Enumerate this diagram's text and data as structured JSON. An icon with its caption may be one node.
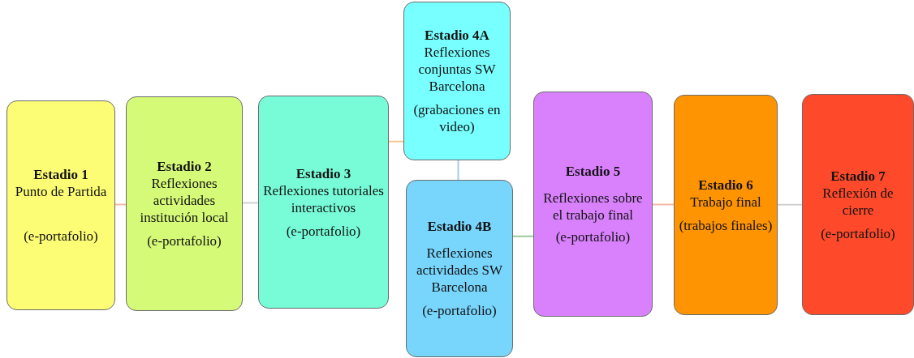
{
  "diagram": {
    "nodes": [
      {
        "text": [
          "Estadio 1",
          "Punto de Partida",
          "(e-portafolio)"
        ]
      },
      {
        "text": [
          "Estadio 2",
          "Reflexiones actividades institución local",
          "(e-portafolio)"
        ]
      },
      {
        "text": [
          "Estadio 3",
          "Reflexiones tutoriales interactivos",
          "(e-portafolio)"
        ]
      },
      {
        "text": [
          "Estadio 4A",
          "Reflexiones conjuntas SW Barcelona",
          "(grabaciones en video)"
        ]
      },
      {
        "text": [
          "Estadio 4B",
          "Reflexiones actividades SW Barcelona",
          "(e-portafolio)"
        ]
      },
      {
        "text": [
          "Estadio 5",
          "Reflexiones sobre el trabajo final",
          "(e-portafolio)"
        ]
      },
      {
        "text": [
          "Estadio 6",
          "Trabajo final",
          "(trabajos finales)"
        ]
      },
      {
        "text": [
          "Estadio 7",
          "Reflexión de cierre",
          "(e-portafolio)"
        ]
      }
    ],
    "edges": [
      {
        "from": 0,
        "to": 1,
        "arrow": "none",
        "color": "#f4b8a8"
      },
      {
        "from": 1,
        "to": 2,
        "arrow": "none",
        "color": "#d0d0d0"
      },
      {
        "from": 2,
        "to": 3,
        "arrow": "none",
        "color": "#f8c890"
      },
      {
        "from": 3,
        "to": 4,
        "arrow": "none",
        "color": "#a8c8e8"
      },
      {
        "from": 4,
        "to": 5,
        "arrow": "none",
        "color": "#98c898"
      },
      {
        "from": 5,
        "to": 6,
        "arrow": "none",
        "color": "#f4b8a8"
      },
      {
        "from": 6,
        "to": 7,
        "arrow": "none",
        "color": "#d0d0d0"
      }
    ]
  }
}
